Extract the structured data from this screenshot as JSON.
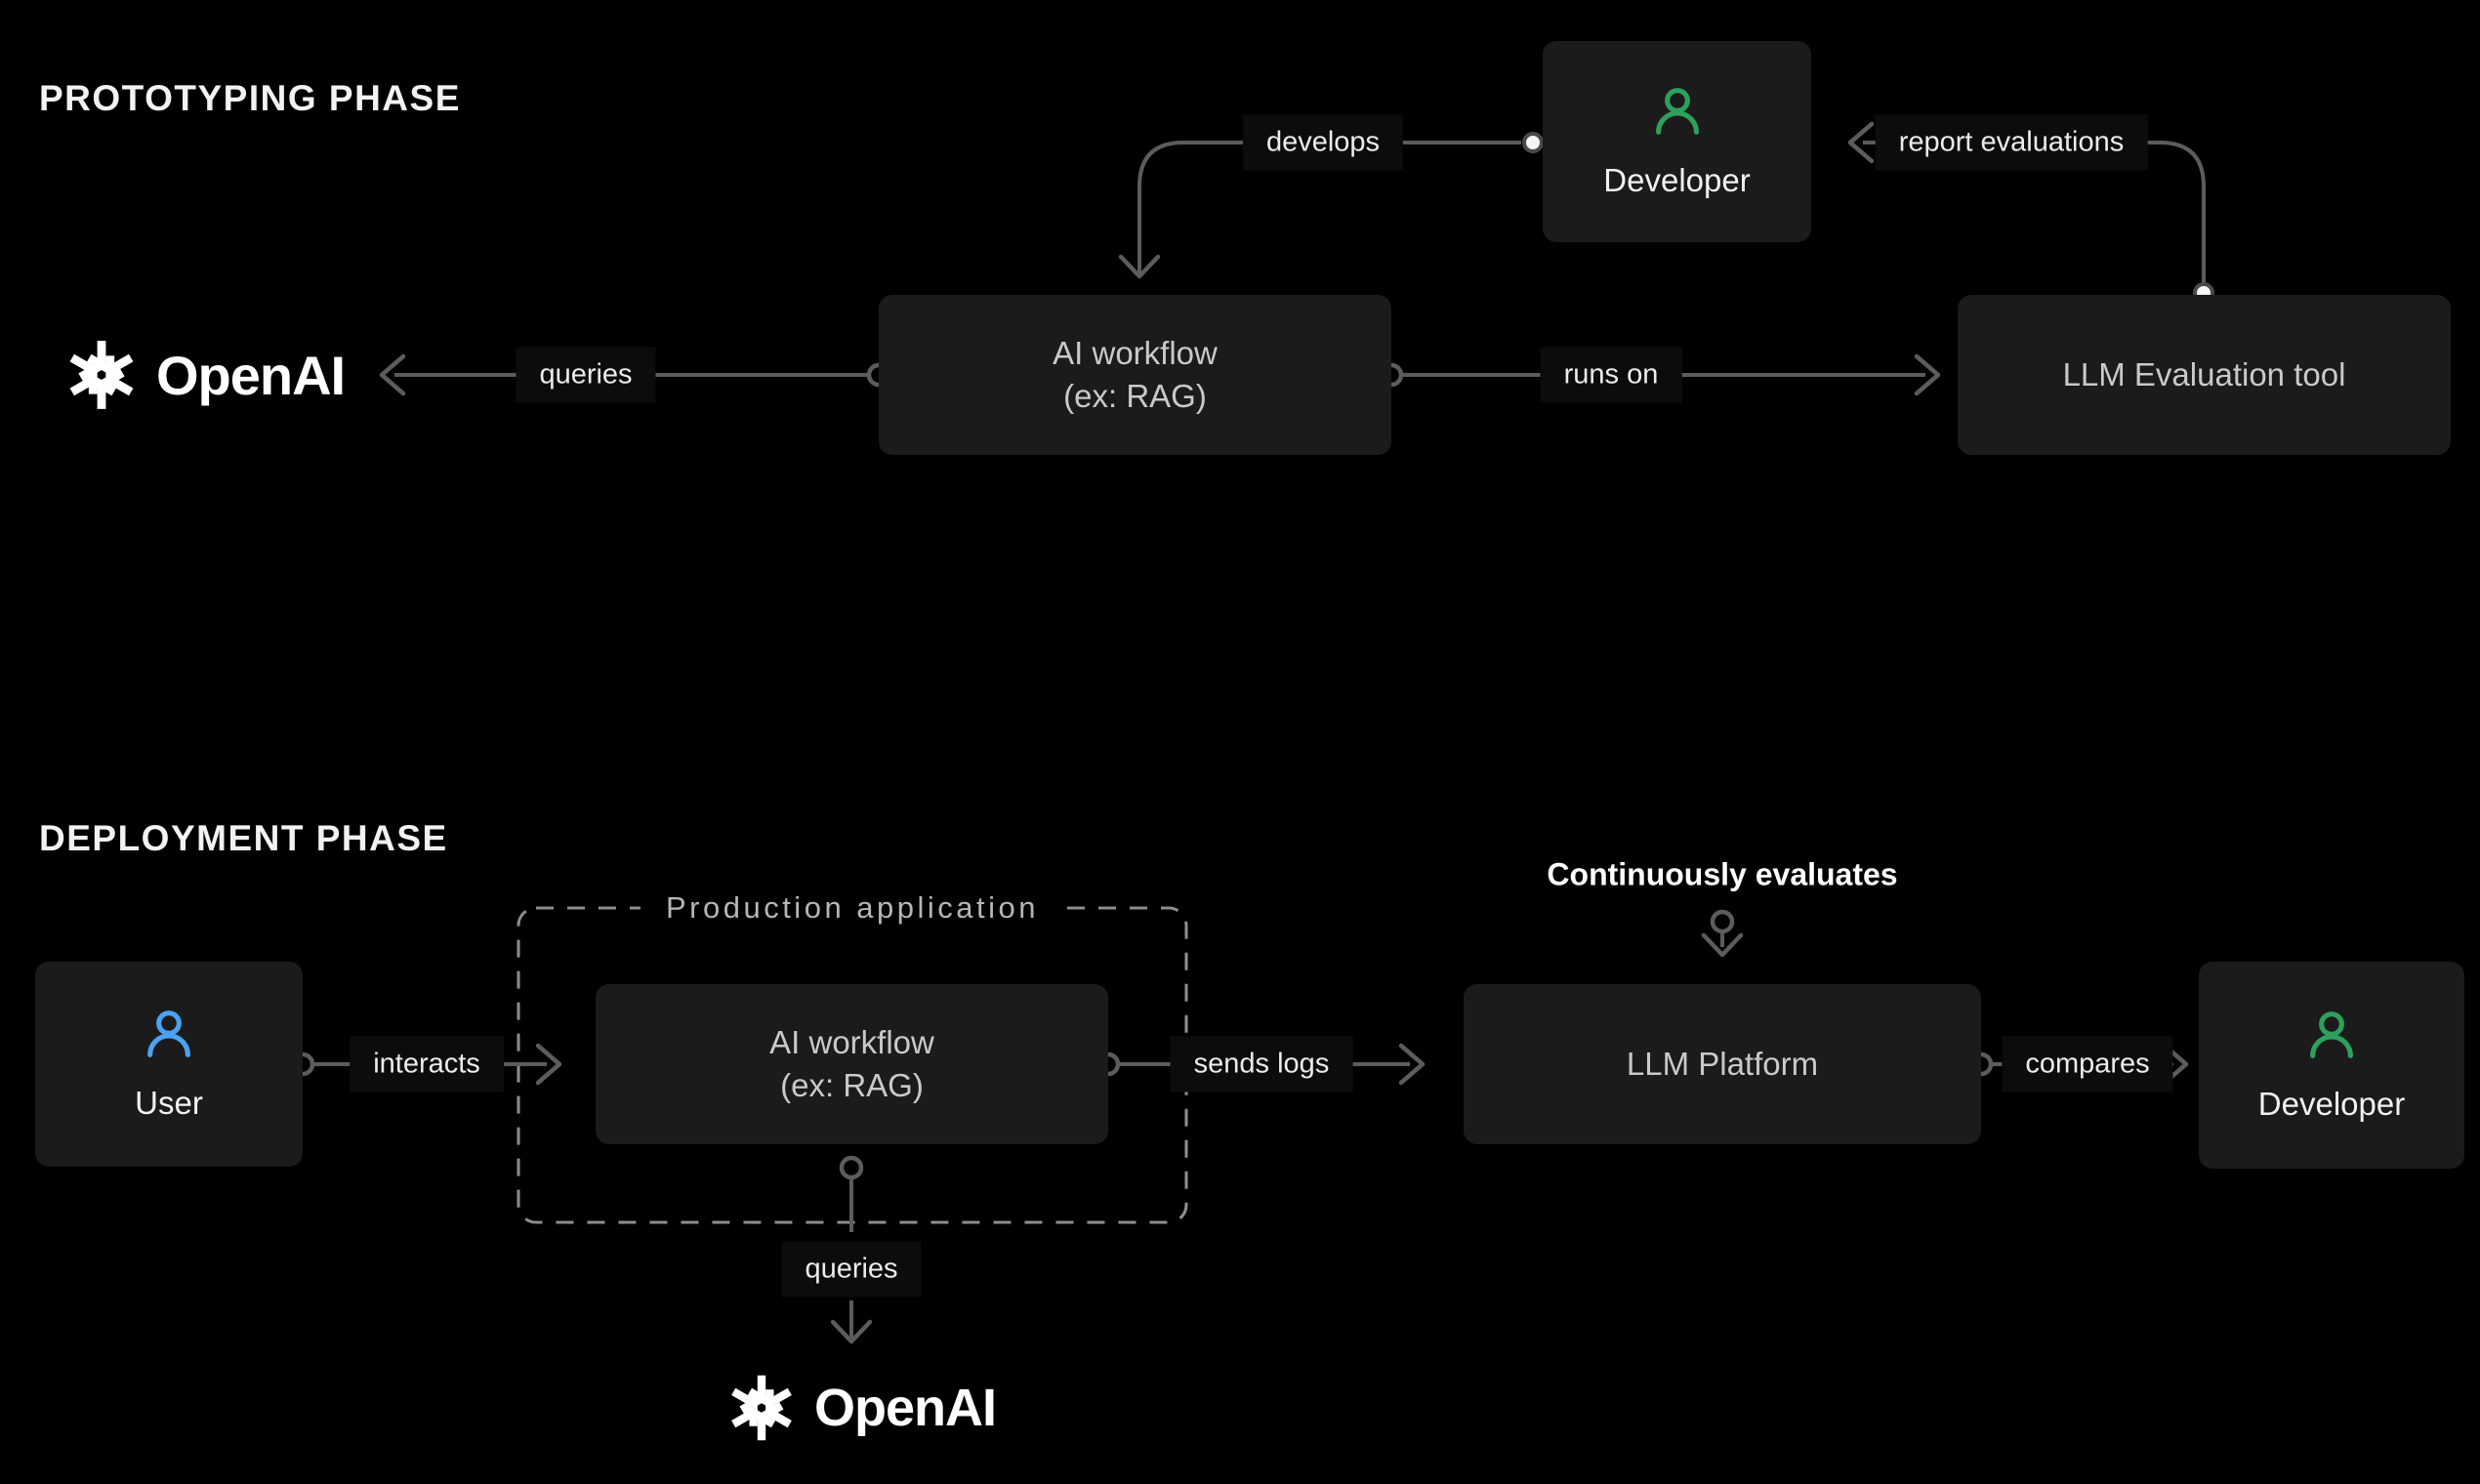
{
  "colors": {
    "background": "#000000",
    "node_fill": "#1b1b1b",
    "node_text": "#c9c9c9",
    "person_text": "#f1f1f1",
    "connector_line": "#5c5c5c",
    "dashed_border": "#8e8e8e",
    "developer_icon_green": "#2ca05c",
    "user_icon_blue": "#4aa2f0",
    "edge_label_text": "#ececec",
    "title_text": "#f2f2f2"
  },
  "prototyping": {
    "title": "PROTOTYPING PHASE",
    "nodes": {
      "openai": {
        "wordmark": "OpenAI"
      },
      "ai_workflow": {
        "line1": "AI workflow",
        "line2": "(ex: RAG)"
      },
      "developer": {
        "label": "Developer"
      },
      "llm_eval": {
        "label": "LLM Evaluation tool"
      }
    },
    "edges": {
      "queries": "queries",
      "develops": "develops",
      "runs_on": "runs on",
      "report_evaluations": "report evaluations"
    }
  },
  "deployment": {
    "title": "DEPLOYMENT PHASE",
    "nodes": {
      "user": {
        "label": "User"
      },
      "production_app": {
        "label": "Production application"
      },
      "ai_workflow": {
        "line1": "AI workflow",
        "line2": "(ex: RAG)"
      },
      "llm_platform": {
        "label": "LLM Platform"
      },
      "developer": {
        "label": "Developer"
      },
      "openai": {
        "wordmark": "OpenAI"
      }
    },
    "edges": {
      "interacts": "interacts",
      "sends_logs": "sends logs",
      "queries": "queries",
      "compares": "compares",
      "continuously_evaluates": "Continuously evaluates"
    }
  }
}
